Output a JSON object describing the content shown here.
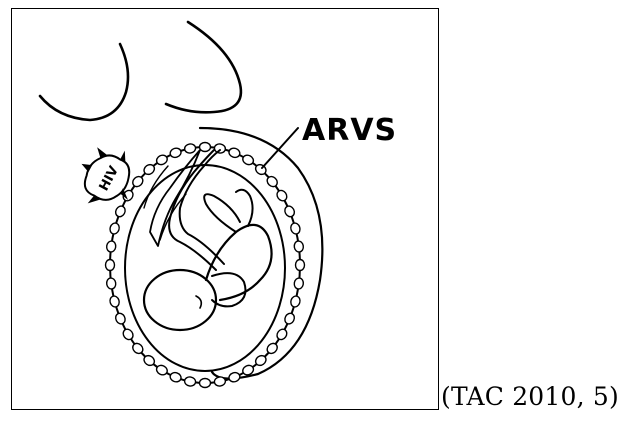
{
  "figure": {
    "label_arvs": "ARVS",
    "label_hiv": "HIV"
  },
  "caption": "(TAC 2010, 5)"
}
